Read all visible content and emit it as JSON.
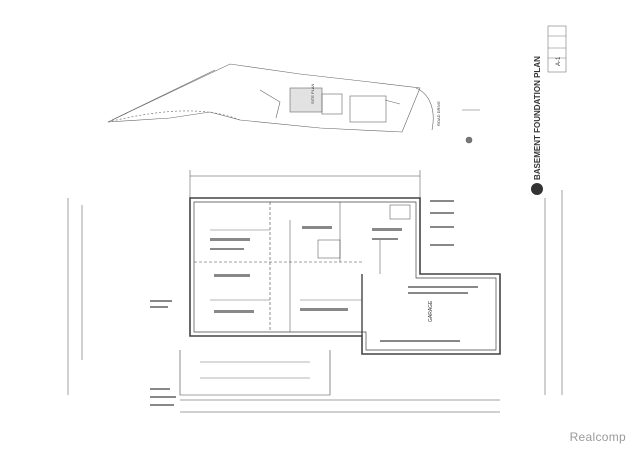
{
  "sheet": {
    "title": "BASEMENT FOUNDATION PLAN",
    "site_plan_label": "SITE PLAN",
    "room_label": "GARAGE",
    "street_label": "ROAD DRIVE",
    "sheet_number": "A-1"
  },
  "watermark": "Realcomp",
  "colors": {
    "line": "#555555",
    "paper": "#ffffff",
    "watermark": "#9a9a9a"
  }
}
